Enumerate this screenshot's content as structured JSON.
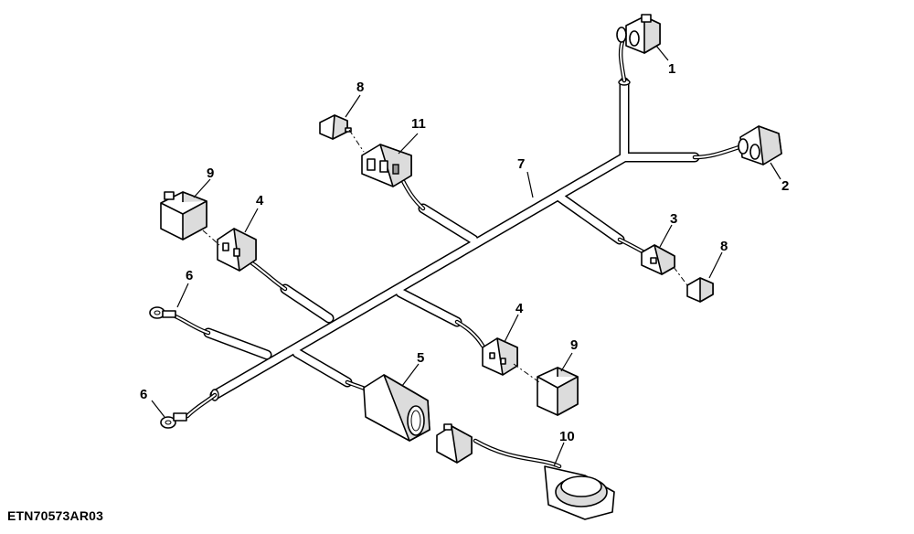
{
  "figure_id": "ETN70573AR03",
  "callouts": [
    {
      "key": "c1",
      "label": "1"
    },
    {
      "key": "c2",
      "label": "2"
    },
    {
      "key": "c3",
      "label": "3"
    },
    {
      "key": "c4a",
      "label": "4"
    },
    {
      "key": "c4b",
      "label": "4"
    },
    {
      "key": "c5",
      "label": "5"
    },
    {
      "key": "c6a",
      "label": "6"
    },
    {
      "key": "c6b",
      "label": "6"
    },
    {
      "key": "c7",
      "label": "7"
    },
    {
      "key": "c8a",
      "label": "8"
    },
    {
      "key": "c8b",
      "label": "8"
    },
    {
      "key": "c9a",
      "label": "9"
    },
    {
      "key": "c9b",
      "label": "9"
    },
    {
      "key": "c10",
      "label": "10"
    },
    {
      "key": "c11",
      "label": "11"
    }
  ]
}
